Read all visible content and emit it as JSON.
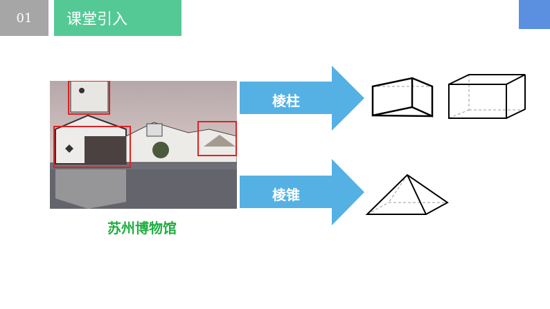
{
  "header": {
    "section_number": "01",
    "section_title": "课堂引入"
  },
  "photo": {
    "caption": "苏州博物馆"
  },
  "arrows": [
    {
      "label": "棱柱"
    },
    {
      "label": "棱锥"
    }
  ],
  "colors": {
    "green": "#54c995",
    "gray": "#a6a6a6",
    "blue_corner": "#5b8fdf",
    "arrow": "#55b1e3",
    "highlight": "#e02020",
    "caption": "#1fae3f"
  }
}
